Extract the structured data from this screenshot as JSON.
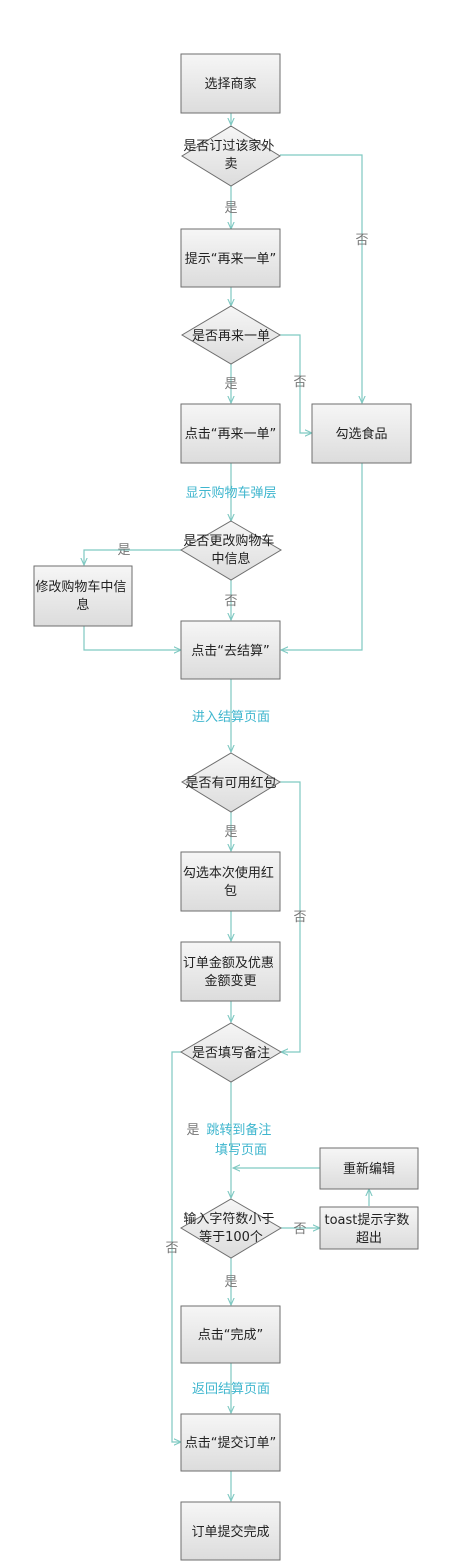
{
  "colors": {
    "edge": "#7fc9c2",
    "teal_label": "#3fb6ce",
    "gray_label": "#777777",
    "box_border": "#6e6e6e"
  },
  "nodes": {
    "select_merchant": "选择商家",
    "ordered_before": [
      "是否订过该家外",
      "卖"
    ],
    "prompt_reorder": "提示“再来一单”",
    "is_reorder": "是否再来一单",
    "click_reorder": "点击“再来一单”",
    "select_food": "勾选食品",
    "change_cart": [
      "是否更改购物车",
      "中信息"
    ],
    "modify_cart": [
      "修改购物车中信",
      "息"
    ],
    "click_checkout": "点击“去结算”",
    "has_redpacket": "是否有可用红包",
    "use_redpacket": [
      "勾选本次使用红",
      "包"
    ],
    "amount_change": [
      "订单金额及优惠",
      "金额变更"
    ],
    "fill_note": "是否填写备注",
    "re_edit": "重新编辑",
    "char_limit": [
      "输入字符数小于",
      "等于100个"
    ],
    "toast": [
      "toast提示字数",
      "超出"
    ],
    "click_done": "点击“完成”",
    "click_submit": "点击“提交订单”",
    "order_done": "订单提交完成"
  },
  "labels": {
    "yes": "是",
    "no": "否",
    "show_cart_layer": "显示购物车弹层",
    "enter_checkout": "进入结算页面",
    "jump_note": [
      "跳转到备注",
      "填写页面"
    ],
    "back_checkout": "返回结算页面"
  }
}
